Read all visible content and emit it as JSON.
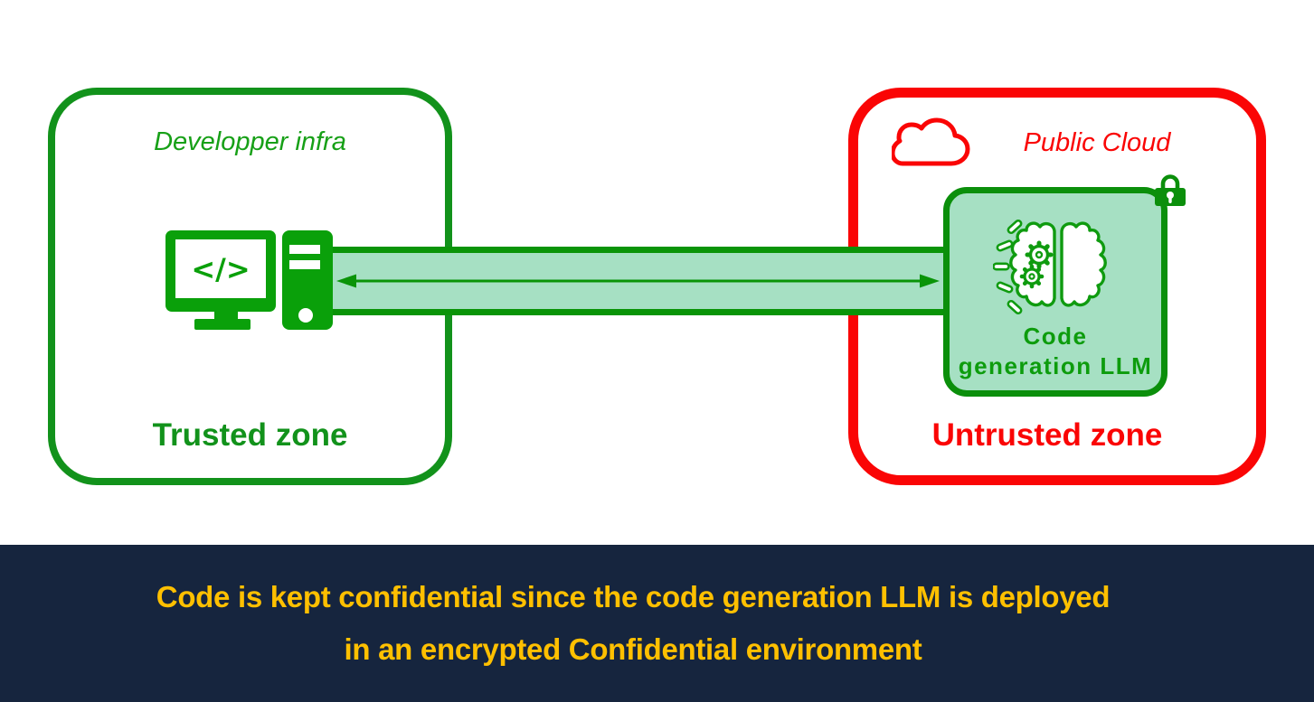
{
  "colors": {
    "green": "#0f9b0f",
    "green_border": "#12921b",
    "light_green_fill": "#a6e0c3",
    "red": "#fa0505",
    "navy": "#16253e",
    "yellow": "#ffc000",
    "white": "#ffffff"
  },
  "trusted_zone": {
    "title": "Developper infra",
    "label": "Trusted zone"
  },
  "untrusted_zone": {
    "title": "Public Cloud",
    "label": "Untrusted zone"
  },
  "llm_box": {
    "label_line1": "Code",
    "label_line2": "generation LLM"
  },
  "workstation": {
    "screen_glyph": "</>"
  },
  "icons": {
    "workstation": "developer-workstation-icon",
    "cloud": "cloud-icon",
    "lock": "lock-icon",
    "brain": "llm-brain-icon",
    "arrow": "bidirectional-arrow-icon"
  },
  "caption": {
    "line1": "Code is kept confidential since the code generation LLM is deployed",
    "line2": "in an encrypted Confidential environment"
  }
}
